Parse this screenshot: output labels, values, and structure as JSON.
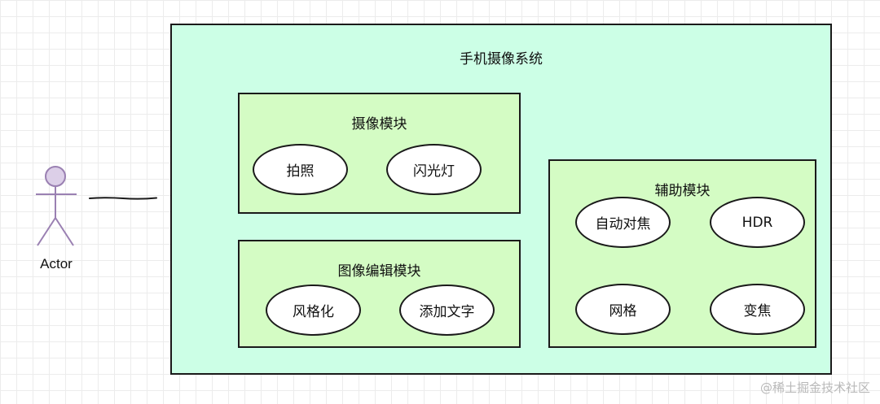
{
  "actor": {
    "label": "Actor",
    "fill": "#dccfe8",
    "stroke": "#9a80b2"
  },
  "system": {
    "title": "手机摄像系统",
    "fill": "#ccffe6",
    "modules": {
      "camera": {
        "title": "摄像模块",
        "use_cases": [
          "拍照",
          "闪光灯"
        ]
      },
      "edit": {
        "title": "图像编辑模块",
        "use_cases": [
          "风格化",
          "添加文字"
        ]
      },
      "aux": {
        "title": "辅助模块",
        "use_cases": [
          "自动对焦",
          "HDR",
          "网格",
          "变焦"
        ]
      }
    },
    "module_fill": "#d4fcc4"
  },
  "watermark": "@稀土掘金技术社区"
}
